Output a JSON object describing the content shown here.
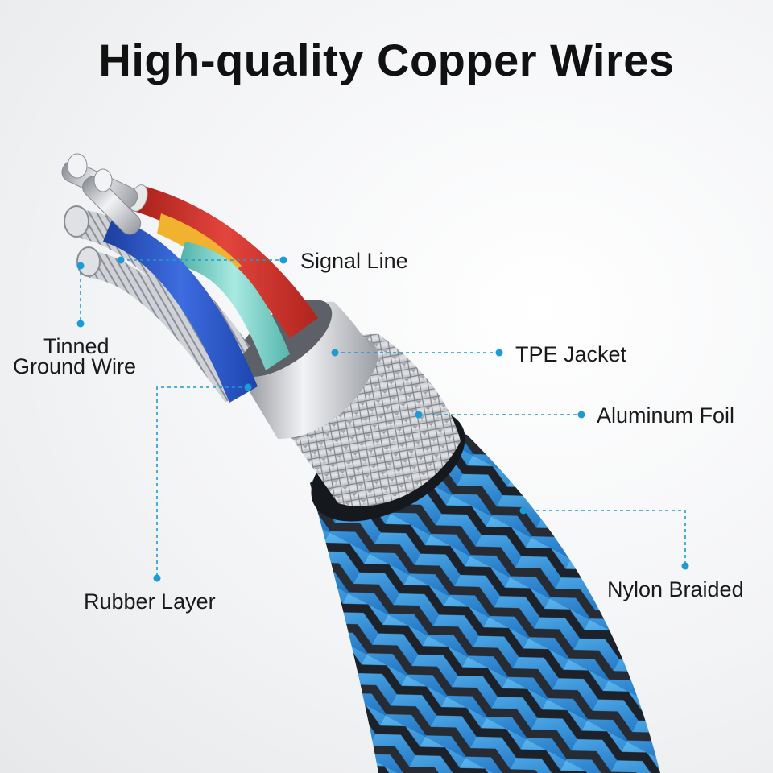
{
  "title": "High-quality Copper Wires",
  "labels": {
    "signal_line": "Signal Line",
    "tinned_line1": "Tinned",
    "tinned_line2": "Ground Wire",
    "tpe_jacket": "TPE Jacket",
    "aluminum_foil": "Aluminum Foil",
    "rubber_layer": "Rubber Layer",
    "nylon_braided": "Nylon Braided"
  },
  "colors": {
    "callout": "#1e9ad6",
    "braid_blue": "#2f8fd8",
    "braid_dark": "#20242c",
    "wire_red": "#d8312a",
    "wire_blue": "#2a55c8",
    "wire_teal": "#7fd6cc",
    "wire_yellow": "#f2b632",
    "silver": "#c9ccd1"
  }
}
